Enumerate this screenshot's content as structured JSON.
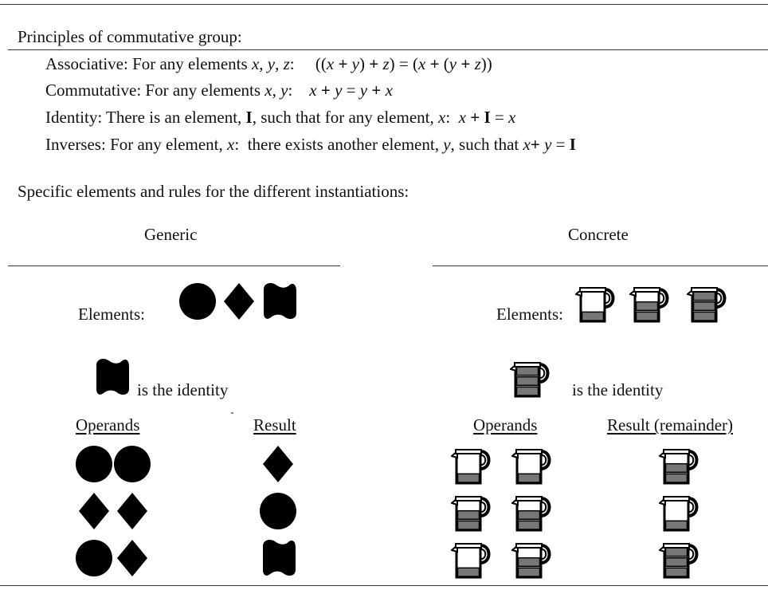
{
  "principles": {
    "heading": "Principles of commutative group:",
    "assoc_label": "Associative:",
    "assoc_prefix": "For any elements",
    "comm_label": "Commutative:",
    "comm_prefix": "For any elements",
    "identity_label": "Identity:",
    "identity_text_a": "There is an element,",
    "identity_text_b": "such that for any element,",
    "inverse_label": "Inverses:",
    "inverse_text_a": "For any element,",
    "inverse_text_b": "there exists another element,",
    "inverse_text_c": "such that",
    "sym_I": "I"
  },
  "section_heading": "Specific elements and rules for the different instantiations:",
  "generic": {
    "title": "Generic",
    "elements_label": "Elements:",
    "identity_caption": "is the identity",
    "operands_header": "Operands",
    "result_header": "Result",
    "elements": [
      "circle",
      "diamond",
      "wave"
    ],
    "identity": "wave",
    "rows": [
      {
        "operands": [
          "circle",
          "circle"
        ],
        "result": "diamond"
      },
      {
        "operands": [
          "diamond",
          "diamond"
        ],
        "result": "circle"
      },
      {
        "operands": [
          "circle",
          "diamond"
        ],
        "result": "wave"
      }
    ]
  },
  "concrete": {
    "title": "Concrete",
    "elements_label": "Elements:",
    "identity_caption": "is the identity",
    "operands_header": "Operands",
    "result_header": "Result (remainder)",
    "elements": [
      "pitcher-1-of-3",
      "pitcher-2-of-3",
      "pitcher-full"
    ],
    "identity": "pitcher-full",
    "rows": [
      {
        "operands": [
          "pitcher-1-of-3",
          "pitcher-1-of-3"
        ],
        "result": "pitcher-2-of-3"
      },
      {
        "operands": [
          "pitcher-2-of-3",
          "pitcher-2-of-3"
        ],
        "result": "pitcher-1-of-3"
      },
      {
        "operands": [
          "pitcher-1-of-3",
          "pitcher-2-of-3"
        ],
        "result": "pitcher-full"
      }
    ]
  }
}
